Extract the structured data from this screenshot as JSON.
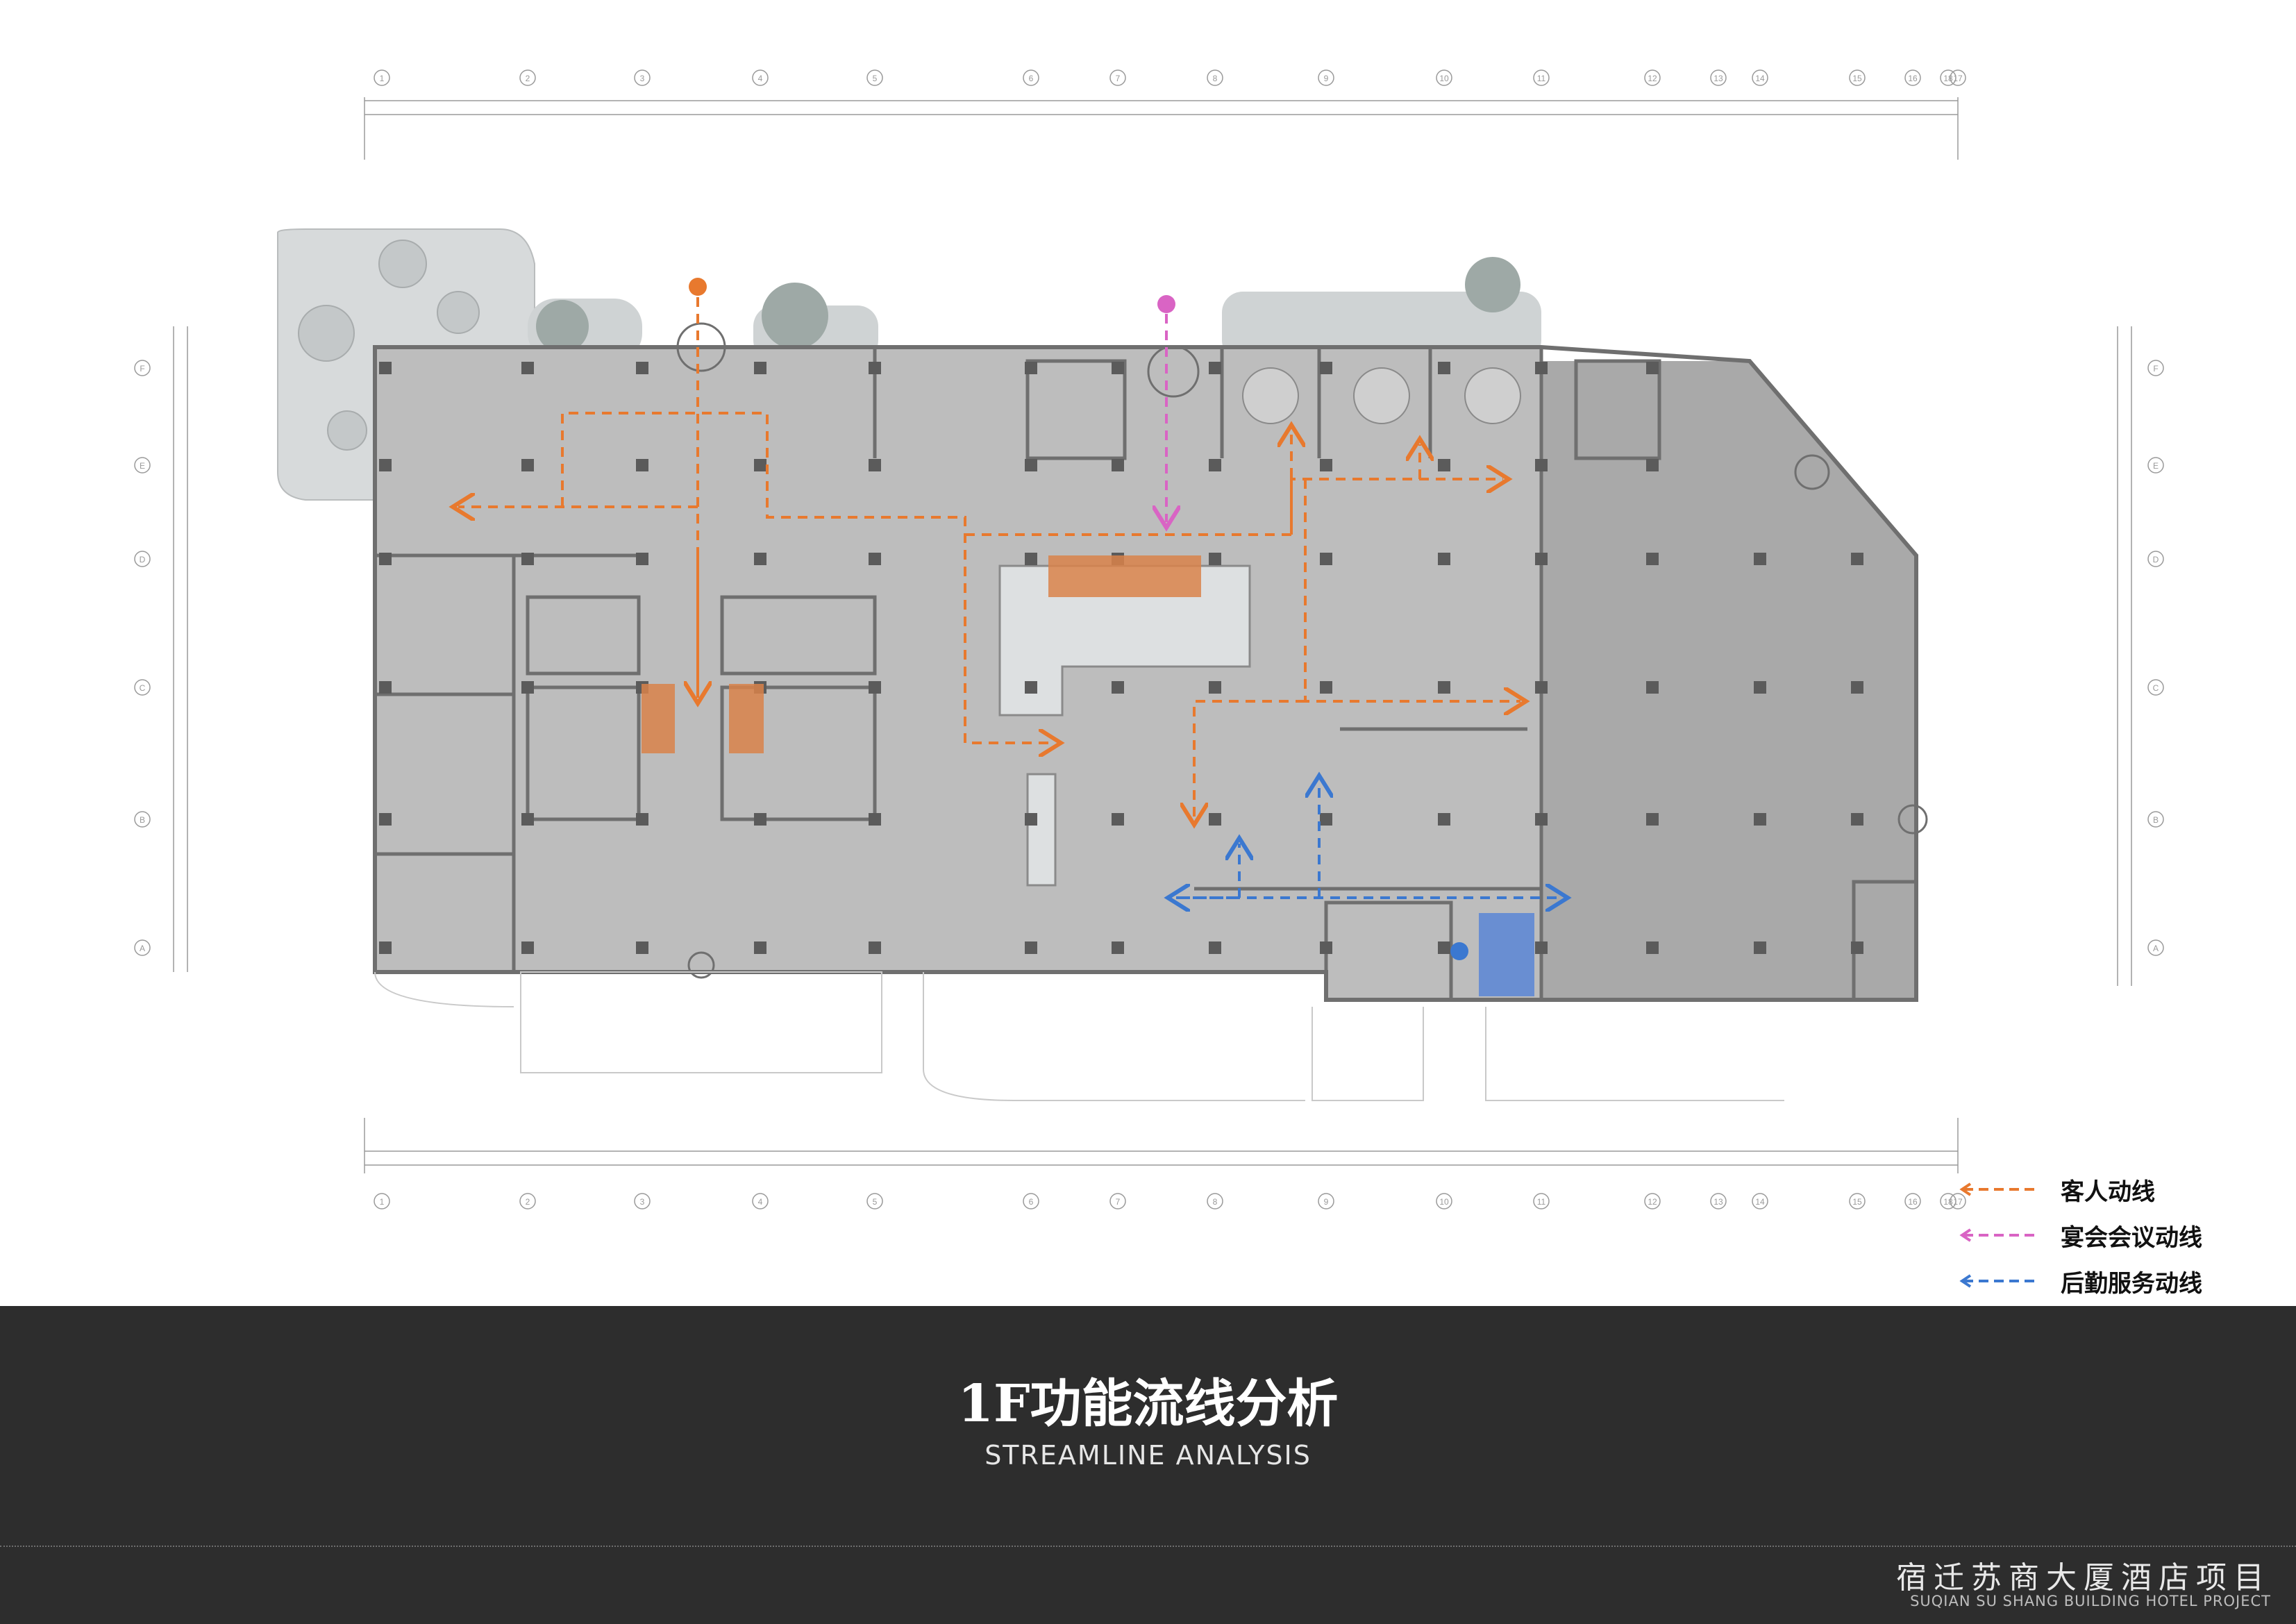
{
  "legend": {
    "items": [
      {
        "label": "客人动线",
        "color": "#e8792e"
      },
      {
        "label": "宴会会议动线",
        "color": "#d964c4"
      },
      {
        "label": "后勤服务动线",
        "color": "#3b78d0"
      }
    ]
  },
  "title": {
    "cn": "1F功能流线分析",
    "en": "STREAMLINE ANALYSIS"
  },
  "project": {
    "cn": "宿迁苏商大厦酒店项目",
    "en": "SUQIAN SU SHANG BUILDING HOTEL PROJECT"
  },
  "plan": {
    "top_axes": [
      "1",
      "2",
      "3",
      "4",
      "5",
      "6",
      "7",
      "8",
      "9",
      "10",
      "11",
      "12",
      "13",
      "14",
      "15",
      "16",
      "17",
      "18"
    ],
    "side_axes": [
      "F",
      "E",
      "D",
      "C",
      "B",
      "A"
    ],
    "colors": {
      "floor": "#bdbdbd",
      "floor_dark": "#a9a9a9",
      "wall": "#6f6f6f",
      "landscape": "#d6d9db",
      "elevator_highlight": "#d9824a",
      "service_highlight": "#5a86d6"
    }
  }
}
